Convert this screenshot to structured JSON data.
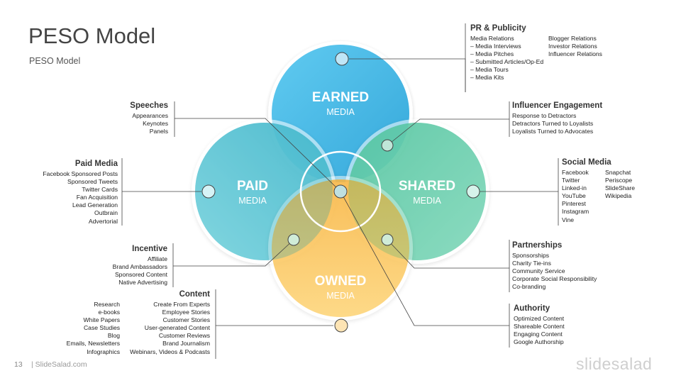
{
  "slide": {
    "title": "PESO Model",
    "subtitle": "PESO Model"
  },
  "circles": {
    "earned": {
      "title": "EARNED",
      "subtitle": "MEDIA",
      "color": "#3bb8e8"
    },
    "paid": {
      "title": "PAID",
      "subtitle": "MEDIA",
      "color": "#4cc6d6"
    },
    "shared": {
      "title": "SHARED",
      "subtitle": "MEDIA",
      "color": "#5ccfae"
    },
    "owned": {
      "title": "OWNED",
      "subtitle": "MEDIA",
      "color": "#f8b73a"
    }
  },
  "groups": {
    "pr": {
      "title": "PR & Publicity",
      "col1": [
        "Media Relations"
      ],
      "col1_dash": [
        "Media Interviews",
        "Media Pitches",
        "Submitted Articles/Op-Ed",
        "Media Tours",
        "Media Kits"
      ],
      "col2": [
        "Blogger Relations",
        "Investor Relations",
        "Influencer Relations"
      ]
    },
    "influencer": {
      "title": "Influencer Engagement",
      "items": [
        "Response to Detractors",
        "Detractors Turned to Loyalists",
        "Loyalists Turned to Advocates"
      ]
    },
    "social": {
      "title": "Social Media",
      "col1": [
        "Facebook",
        "Twitter",
        "Linked-in",
        "YouTube",
        "Pinterest",
        "Instagram",
        "Vine"
      ],
      "col2": [
        "Snapchat",
        "Periscope",
        "SlideShare",
        "Wikipedia"
      ]
    },
    "partnerships": {
      "title": "Partnerships",
      "items": [
        "Sponsorships",
        "Charity Tie-ins",
        "Community Service",
        "Corporate Social Responsibility",
        "Co-branding"
      ]
    },
    "authority": {
      "title": "Authority",
      "items": [
        "Optimized Content",
        "Shareable Content",
        "Engaging Content",
        "Google Authorship"
      ]
    },
    "speeches": {
      "title": "Speeches",
      "items": [
        "Appearances",
        "Keynotes",
        "Panels"
      ]
    },
    "paid_media": {
      "title": "Paid Media",
      "items": [
        "Facebook Sponsored Posts",
        "Sponsored Tweets",
        "Twitter Cards",
        "Fan Acquisition",
        "Lead Generation",
        "Outbrain",
        "Advertorial"
      ]
    },
    "incentive": {
      "title": "Incentive",
      "items": [
        "Affiliate",
        "Brand Ambassadors",
        "Sponsored Content",
        "Native Advertising"
      ]
    },
    "content": {
      "title": "Content",
      "col1": [
        "Research",
        "e-books",
        "White Papers",
        "Case Studies",
        "Blog",
        "Emails, Newsletters",
        "Infographics"
      ],
      "col2": [
        "Create From Experts",
        "Employee Stories",
        "Customer Stories",
        "User-generated Content",
        "Customer Reviews",
        "Brand Journalism",
        "Webinars, Videos & Podcasts"
      ]
    }
  },
  "footer": {
    "page": "13",
    "site": "| SlideSalad.com",
    "brand": "slidesalad"
  }
}
